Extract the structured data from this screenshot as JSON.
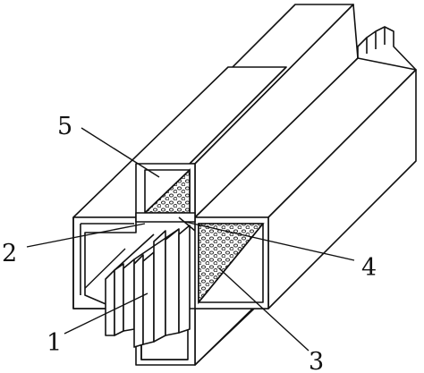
{
  "labels": {
    "l1": "1",
    "l2": "2",
    "l3": "3",
    "l4": "4",
    "l5": "5"
  },
  "colors": {
    "line": "#111111",
    "background": "#ffffff"
  }
}
